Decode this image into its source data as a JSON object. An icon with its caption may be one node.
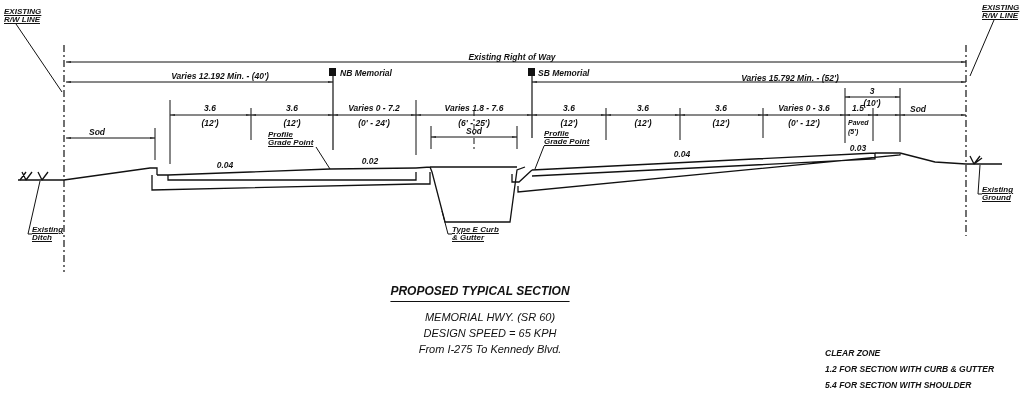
{
  "diagram": {
    "title": "PROPOSED TYPICAL SECTION",
    "nodes": [
      {
        "text": [
          "EXISTING R/W LINE"
        ]
      },
      {
        "text": [
          "EXISTING R/W LINE"
        ]
      },
      {
        "text": [
          "Profile Grade Point"
        ]
      },
      {
        "text": [
          "Profile Grade Point"
        ]
      },
      {
        "text": [
          "Existing Ditch"
        ]
      },
      {
        "text": [
          "Type E Curb & Gutter"
        ]
      },
      {
        "text": [
          "Existing Ground"
        ]
      },
      {
        "text": [],
        "shape": "box"
      },
      {
        "text": [],
        "shape": "box"
      },
      {
        "text": [],
        "shape": "box"
      }
    ],
    "edges": [
      {
        "from": 0,
        "to": null,
        "arrow": "none"
      },
      {
        "from": 1,
        "to": null,
        "arrow": "none"
      },
      {
        "from": 2,
        "to": 7,
        "arrow": "none"
      },
      {
        "from": 3,
        "to": 9,
        "arrow": "none"
      },
      {
        "from": 4,
        "to": null,
        "arrow": "none"
      },
      {
        "from": 5,
        "to": 8,
        "arrow": "none"
      },
      {
        "from": 6,
        "to": null,
        "arrow": "none"
      }
    ],
    "labels": [
      "Existing Right of Way",
      "Varies 12.192 Min. - (40')",
      "NB Memorial",
      "SB Memorial",
      "Varies 15.792 Min. - (52')",
      "3",
      "(10')",
      "3.6",
      "(12')",
      "3.6",
      "(12')",
      "Varies 0 - 7.2",
      "(0' - 24')",
      "Varies 1.8 - 7.6",
      "(6' - 25')",
      "3.6",
      "(12')",
      "3.6",
      "(12')",
      "3.6",
      "(12')",
      "Varies 0 - 3.6",
      "(0' - 12')",
      "1.5",
      "Paved (5')",
      "Sod",
      "Sod",
      "Sod",
      "0.04",
      "0.02",
      "0.04",
      "0.03",
      "MEMORIAL HWY. (SR 60)",
      "DESIGN SPEED = 65 KPH",
      "From I-275 To Kennedy Blvd.",
      "CLEAR ZONE",
      "1.2 FOR SECTION WITH CURB & GUTTER",
      "5.4 FOR SECTION WITH SHOULDER"
    ]
  }
}
